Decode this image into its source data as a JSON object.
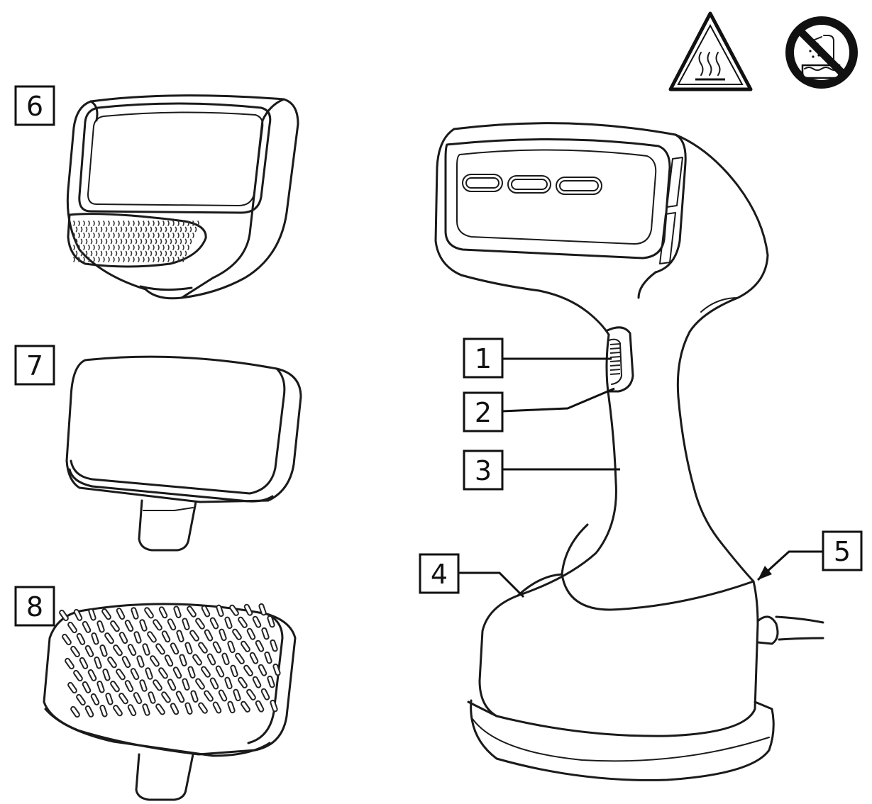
{
  "callouts": {
    "part_1": "1",
    "part_2": "2",
    "part_3": "3",
    "part_4": "4",
    "part_5": "5",
    "accessory_6": "6",
    "accessory_7": "7",
    "accessory_8": "8"
  },
  "symbols": {
    "hot_surface_warning": "hot-surface-warning-icon",
    "no_water_immersion": "no-bath-immersion-icon"
  },
  "colors": {
    "line": "#1a1a1a",
    "background": "#ffffff"
  }
}
